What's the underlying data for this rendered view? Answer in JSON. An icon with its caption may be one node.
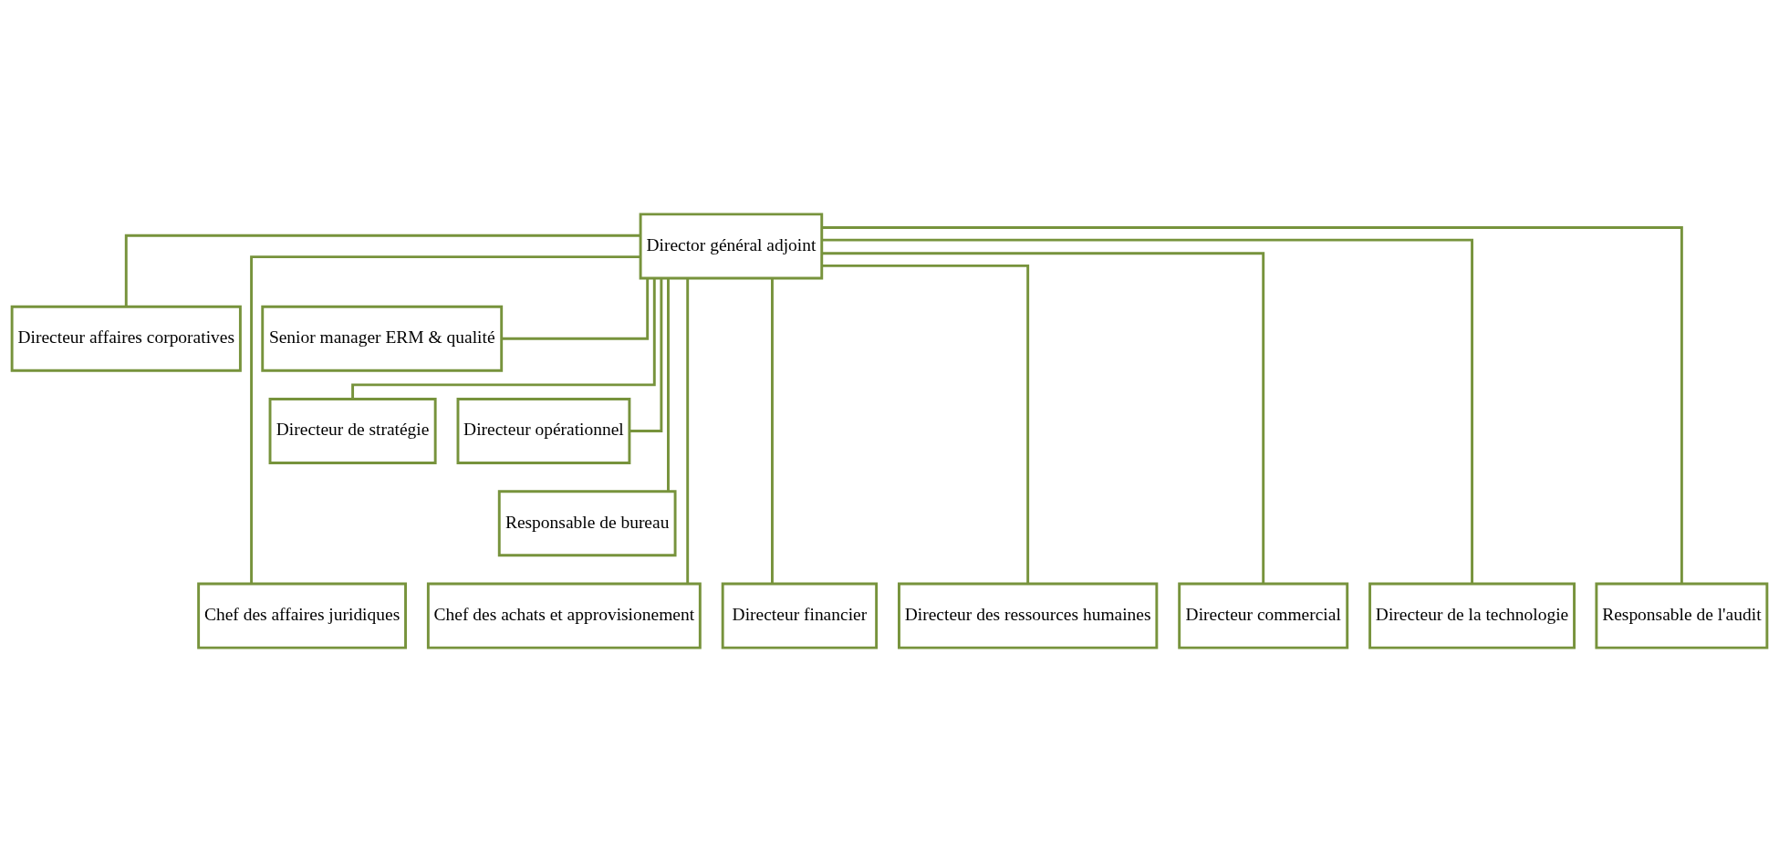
{
  "diagram": {
    "nodes": [
      {
        "text": [
          "Director général adjoint"
        ]
      },
      {
        "text": [
          "Directeur affaires corporatives"
        ]
      },
      {
        "text": [
          "Senior manager ERM & qualité"
        ]
      },
      {
        "text": [
          "Directeur de stratégie"
        ]
      },
      {
        "text": [
          "Directeur opérationnel"
        ]
      },
      {
        "text": [
          "Responsable de bureau"
        ]
      },
      {
        "text": [
          "Chef des affaires juridiques"
        ]
      },
      {
        "text": [
          "Chef des achats et approvisionement"
        ]
      },
      {
        "text": [
          "Directeur financier"
        ]
      },
      {
        "text": [
          "Directeur des ressources humaines"
        ]
      },
      {
        "text": [
          "Directeur commercial"
        ]
      },
      {
        "text": [
          "Directeur de la technologie"
        ]
      },
      {
        "text": [
          "Responsable de l'audit"
        ]
      }
    ],
    "edges": [
      {
        "from": 0,
        "to": 1,
        "arrow": "none"
      },
      {
        "from": 0,
        "to": 2,
        "arrow": "none"
      },
      {
        "from": 0,
        "to": 3,
        "arrow": "none"
      },
      {
        "from": 0,
        "to": 4,
        "arrow": "none"
      },
      {
        "from": 0,
        "to": 5,
        "arrow": "none"
      },
      {
        "from": 0,
        "to": 6,
        "arrow": "none"
      },
      {
        "from": 0,
        "to": 7,
        "arrow": "none"
      },
      {
        "from": 0,
        "to": 8,
        "arrow": "none"
      },
      {
        "from": 0,
        "to": 9,
        "arrow": "none"
      },
      {
        "from": 0,
        "to": 10,
        "arrow": "none"
      },
      {
        "from": 0,
        "to": 11,
        "arrow": "none"
      },
      {
        "from": 0,
        "to": 12,
        "arrow": "none"
      }
    ]
  }
}
